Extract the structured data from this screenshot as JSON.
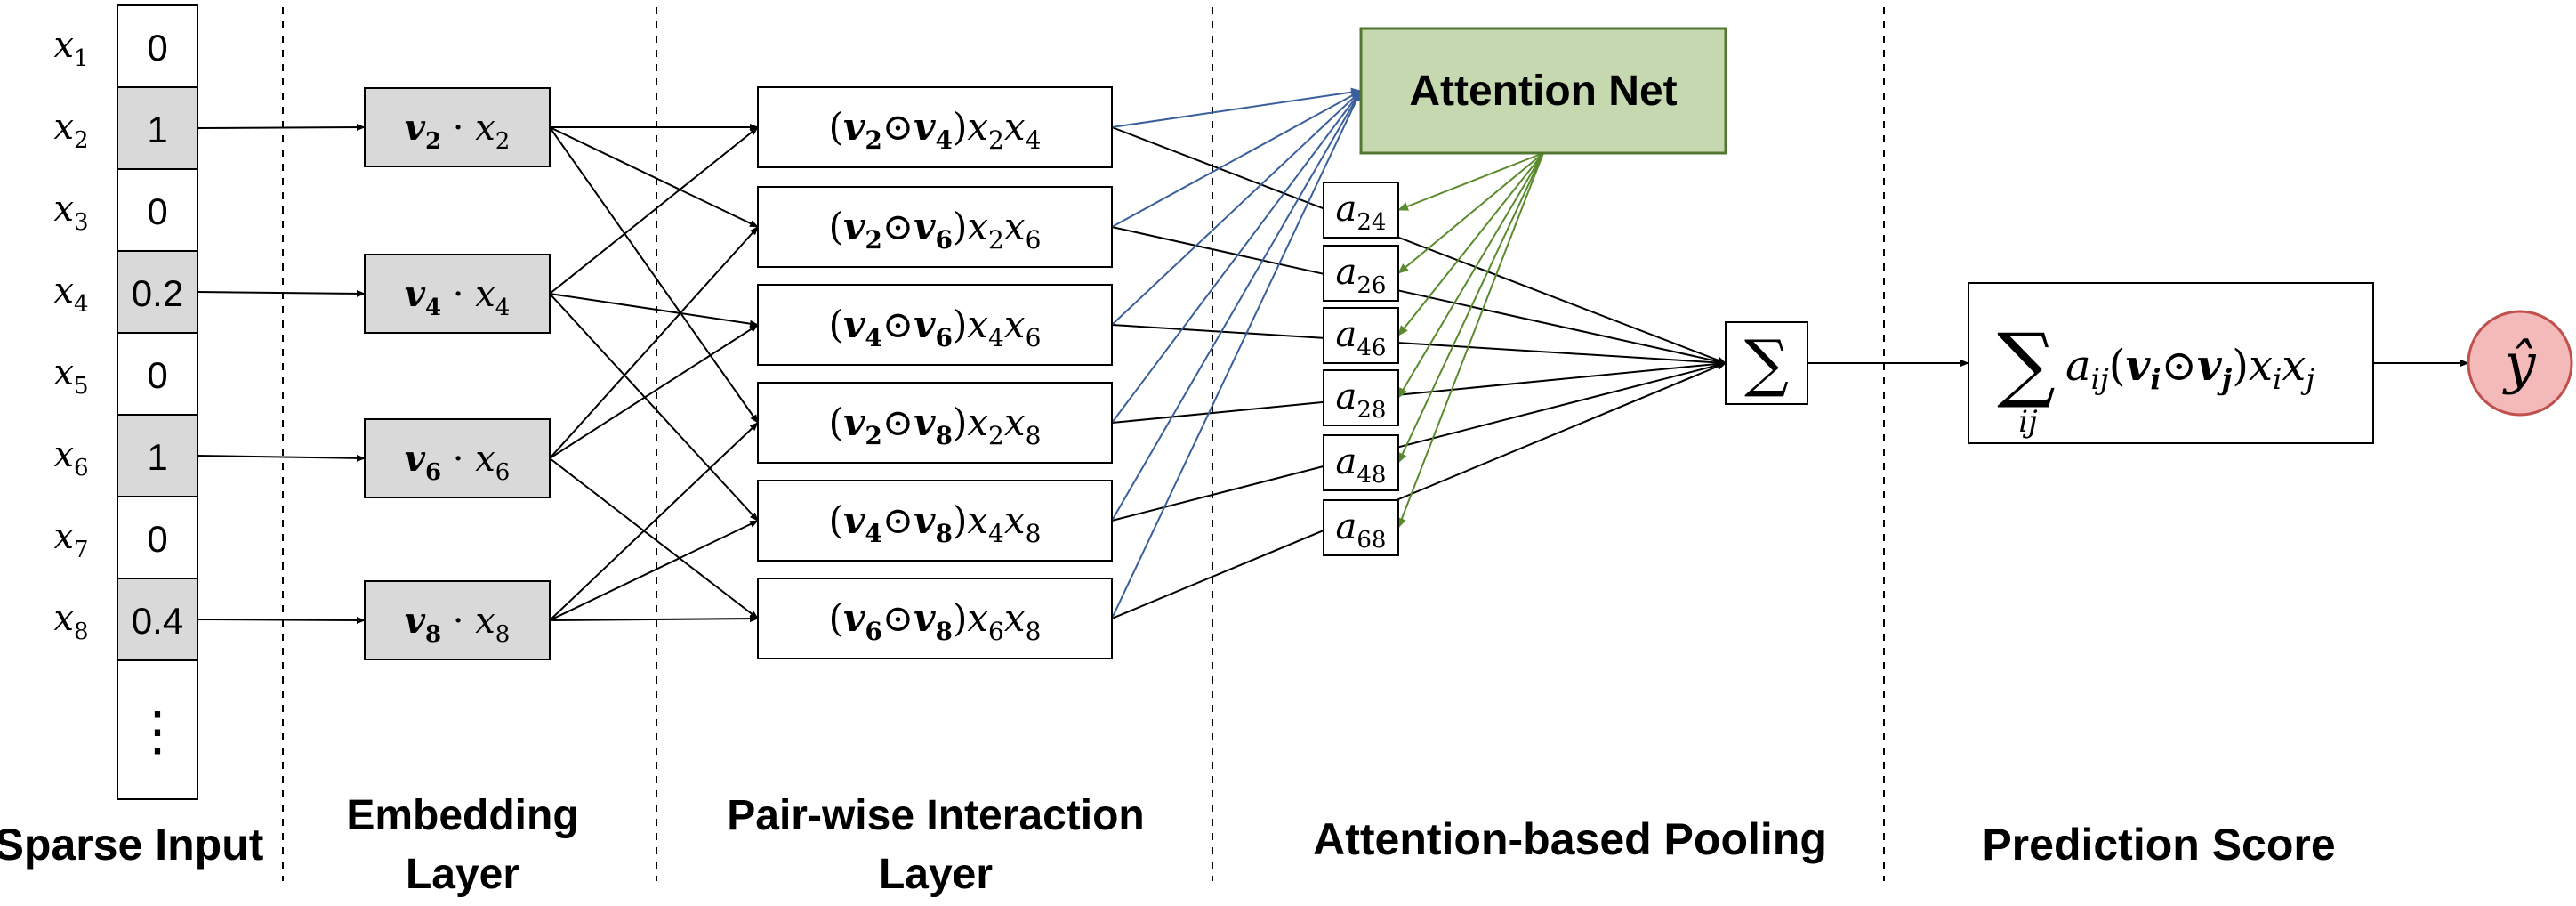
{
  "colors": {
    "gray_fill": "#d9d9d9",
    "attention_fill": "#c5d8b0",
    "attention_stroke": "#52782f",
    "blue_edge": "#3a5f9a",
    "green_edge": "#5a8a2c",
    "output_fill": "#f4b9b9",
    "output_stroke": "#c0504d"
  },
  "sparse_input": {
    "label": "Sparse Input",
    "rows": [
      {
        "var": "x",
        "sub": "1",
        "value": "0",
        "active": false
      },
      {
        "var": "x",
        "sub": "2",
        "value": "1",
        "active": true
      },
      {
        "var": "x",
        "sub": "3",
        "value": "0",
        "active": false
      },
      {
        "var": "x",
        "sub": "4",
        "value": "0.2",
        "active": true
      },
      {
        "var": "x",
        "sub": "5",
        "value": "0",
        "active": false
      },
      {
        "var": "x",
        "sub": "6",
        "value": "1",
        "active": true
      },
      {
        "var": "x",
        "sub": "7",
        "value": "0",
        "active": false
      },
      {
        "var": "x",
        "sub": "8",
        "value": "0.4",
        "active": true
      }
    ],
    "ellipsis": "⋮"
  },
  "embedding": {
    "label_line1": "Embedding",
    "label_line2": "Layer",
    "nodes": [
      {
        "v": "v",
        "vsub": "2",
        "x": "x",
        "xsub": "2"
      },
      {
        "v": "v",
        "vsub": "4",
        "x": "x",
        "xsub": "4"
      },
      {
        "v": "v",
        "vsub": "6",
        "x": "x",
        "xsub": "6"
      },
      {
        "v": "v",
        "vsub": "8",
        "x": "x",
        "xsub": "8"
      }
    ]
  },
  "interaction": {
    "label_line1": "Pair-wise Interaction",
    "label_line2": "Layer",
    "nodes": [
      {
        "i": "2",
        "j": "4"
      },
      {
        "i": "2",
        "j": "6"
      },
      {
        "i": "4",
        "j": "6"
      },
      {
        "i": "2",
        "j": "8"
      },
      {
        "i": "4",
        "j": "8"
      },
      {
        "i": "6",
        "j": "8"
      }
    ]
  },
  "attention": {
    "net_label": "Attention Net",
    "label": "Attention-based Pooling",
    "weights": [
      {
        "a": "a",
        "sub": "24"
      },
      {
        "a": "a",
        "sub": "26"
      },
      {
        "a": "a",
        "sub": "46"
      },
      {
        "a": "a",
        "sub": "28"
      },
      {
        "a": "a",
        "sub": "48"
      },
      {
        "a": "a",
        "sub": "68"
      }
    ],
    "sum_symbol": "∑"
  },
  "prediction": {
    "label": "Prediction Score",
    "sum_symbol": "∑",
    "sum_index": "ij",
    "output_symbol": "ŷ"
  }
}
